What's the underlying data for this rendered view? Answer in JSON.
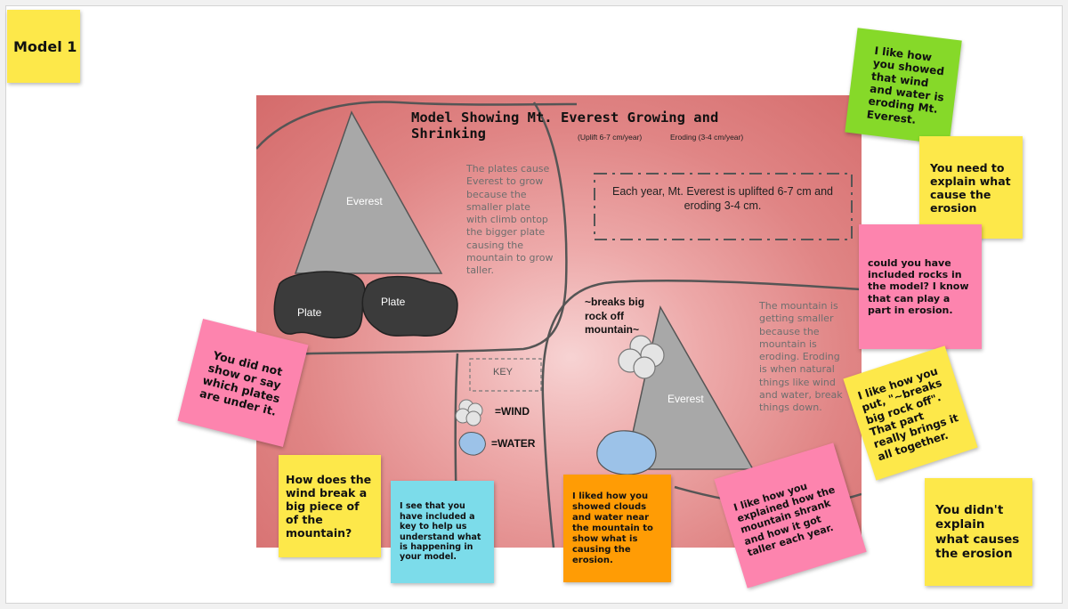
{
  "board": {
    "model_label": "Model 1"
  },
  "poster": {
    "title": "Model Showing Mt. Everest Growing and Shrinking",
    "uplift_rate": "(Uplift 6-7 cm/year)",
    "erosion_rate": "Eroding (3-4 cm/year)",
    "plates_text": "The plates cause Everest to grow because the smaller plate with climb ontop the bigger plate causing the mountain to grow taller.",
    "yearly_box": "Each year, Mt. Everest is uplifted 6-7 cm and eroding 3-4 cm.",
    "mountain_label_1": "Everest",
    "mountain_label_2": "Everest",
    "plate_label_1": "Plate",
    "plate_label_2": "Plate",
    "breaks_text": "~breaks big rock off mountain~",
    "shrinking_text": "The mountain is getting smaller because the mountain is eroding. Eroding is when natural things like wind and water, break things down.",
    "key_title": "KEY",
    "key_wind": "=WIND",
    "key_water": "=WATER"
  },
  "notes": [
    {
      "id": "wind-water",
      "text": "I like how you showed that wind and water is eroding Mt. Everest.",
      "color": "#86d929"
    },
    {
      "id": "explain-cause",
      "text": "You need to explain what cause the erosion",
      "color": "#fde84a"
    },
    {
      "id": "rocks",
      "text": "could you have included rocks in the model? I know that can play a part in erosion.",
      "color": "#fd84ae"
    },
    {
      "id": "breaks-rock",
      "text": "I like how you put, \"~breaks big rock off\". That part really brings it all together.",
      "color": "#fde84a"
    },
    {
      "id": "didnt-explain",
      "text": "You didn't explain what causes the erosion",
      "color": "#fde84a"
    },
    {
      "id": "shrank",
      "text": "I like how you explained how the mountain shrank and how it got taller each year.",
      "color": "#fd84ae"
    },
    {
      "id": "clouds",
      "text": "I liked how you showed clouds and water near the mountain to show what is causing the erosion.",
      "color": "#ff9c05"
    },
    {
      "id": "key",
      "text": "I see that you have included a key to help us understand what is happening in your model.",
      "color": "#7cdcea"
    },
    {
      "id": "wind-break",
      "text": "How does the wind break a big piece of of the mountain?",
      "color": "#fde84a"
    },
    {
      "id": "plates-under",
      "text": "You did not show or say which plates are under it.",
      "color": "#fd84ae"
    }
  ]
}
